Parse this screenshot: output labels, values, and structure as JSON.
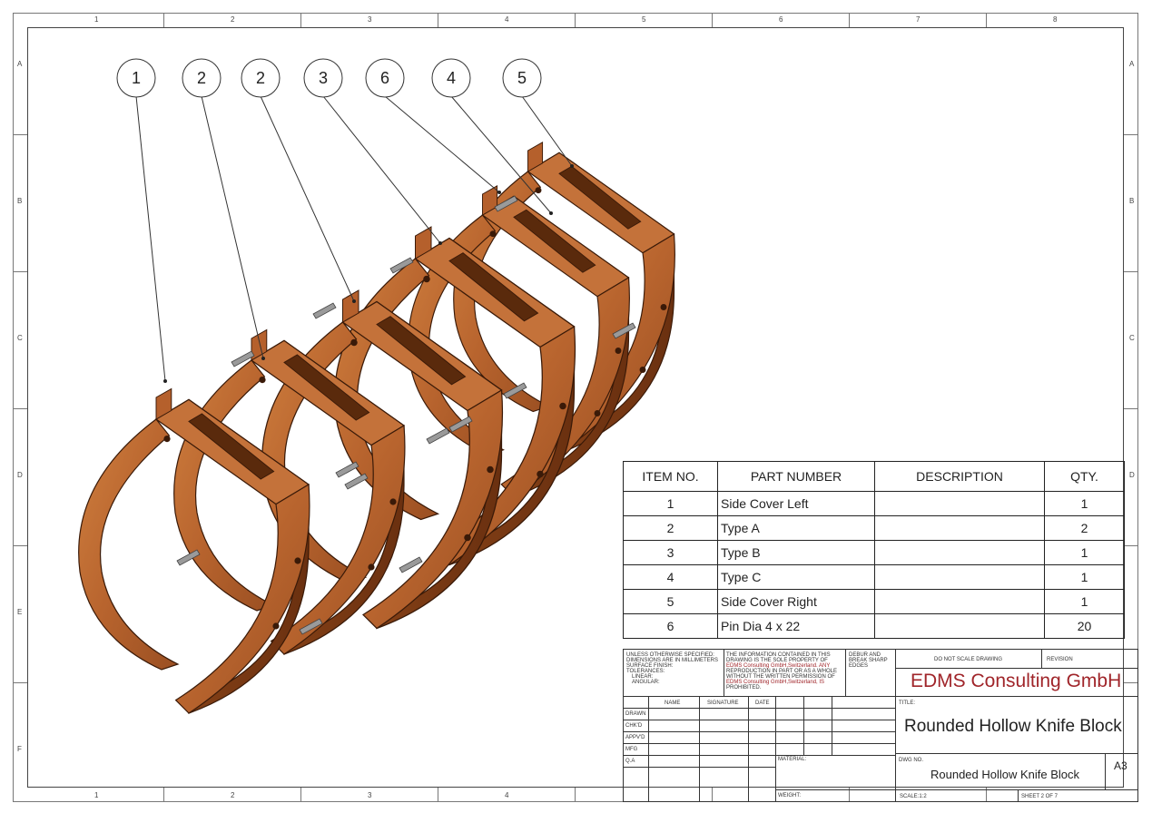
{
  "zones": {
    "cols": [
      "1",
      "2",
      "3",
      "4",
      "5",
      "6",
      "7",
      "8"
    ],
    "bottom_cols": [
      "1",
      "2",
      "3",
      "4"
    ],
    "rows": [
      "A",
      "B",
      "C",
      "D",
      "E",
      "F"
    ]
  },
  "balloons": [
    "1",
    "2",
    "2",
    "3",
    "6",
    "4",
    "5"
  ],
  "colors": {
    "wood_light": "#c9753a",
    "wood_mid": "#a8582a",
    "wood_dark": "#7a3a16",
    "pin": "#8e8e8e",
    "brand": "#a0252a"
  },
  "bom": {
    "headers": [
      "ITEM NO.",
      "PART NUMBER",
      "DESCRIPTION",
      "QTY."
    ],
    "rows": [
      {
        "item": "1",
        "part": "Side Cover Left",
        "desc": "",
        "qty": "1"
      },
      {
        "item": "2",
        "part": "Type A",
        "desc": "",
        "qty": "2"
      },
      {
        "item": "3",
        "part": "Type B",
        "desc": "",
        "qty": "1"
      },
      {
        "item": "4",
        "part": "Type C",
        "desc": "",
        "qty": "1"
      },
      {
        "item": "5",
        "part": "Side Cover Right",
        "desc": "",
        "qty": "1"
      },
      {
        "item": "6",
        "part": "Pin Dia 4 x 22",
        "desc": "",
        "qty": "20"
      }
    ]
  },
  "title_block": {
    "spec": [
      "UNLESS OTHERWISE SPECIFIED:",
      "DIMENSIONS ARE IN MILLIMETERS",
      "SURFACE FINISH:",
      "TOLERANCES:",
      "LINEAR:",
      "ANGULAR:"
    ],
    "notice": [
      "THE INFORMATION CONTAINED IN THIS",
      "DRAWING IS THE SOLE PROPERTY OF",
      "EDMS Consulting GmbH,Switzerland.  ANY",
      "REPRODUCTION IN PART OR AS A WHOLE",
      "WITHOUT THE WRITTEN PERMISSION OF",
      "EDMS Consulting GmbH,Switzerland, IS",
      "PROHIBITED."
    ],
    "deburr": [
      "DEBUR AND",
      "BREAK SHARP",
      "EDGES"
    ],
    "do_not_scale": "DO NOT SCALE DRAWING",
    "revision": "REVISION",
    "company": "EDMS Consulting GmbH",
    "title_label": "TITLE:",
    "title": "Rounded Hollow Knife Block",
    "col_name": "NAME",
    "col_signature": "SIGNATURE",
    "col_date": "DATE",
    "row_labels": [
      "DRAWN",
      "CHK'D",
      "APPV'D",
      "MFG",
      "Q.A"
    ],
    "material": "MATERIAL:",
    "weight": "WEIGHT:",
    "dwg_no_label": "DWG NO.",
    "dwg_no": "Rounded Hollow Knife Block",
    "size": "A3",
    "scale": "SCALE:1:2",
    "sheet": "SHEET 2 OF 7"
  }
}
